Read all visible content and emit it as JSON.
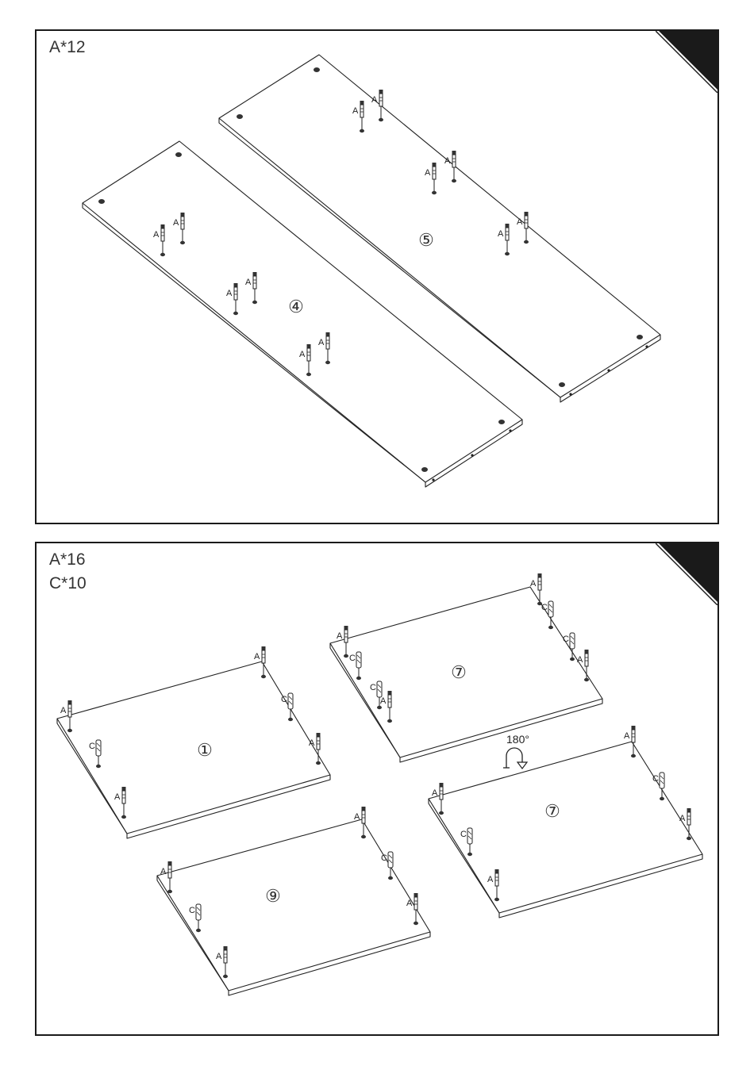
{
  "panel1": {
    "quantity": "A*12",
    "parts": [
      "④",
      "⑤"
    ],
    "fastener_label": "A"
  },
  "panel2": {
    "quantity_a": "A*16",
    "quantity_c": "C*10",
    "parts": [
      "①",
      "⑦",
      "⑨",
      "⑦"
    ],
    "fastener_a_label": "A",
    "fastener_c_label": "C",
    "rotation_label": "180°"
  },
  "colors": {
    "line": "#222222",
    "corner": "#1a1a1a"
  }
}
